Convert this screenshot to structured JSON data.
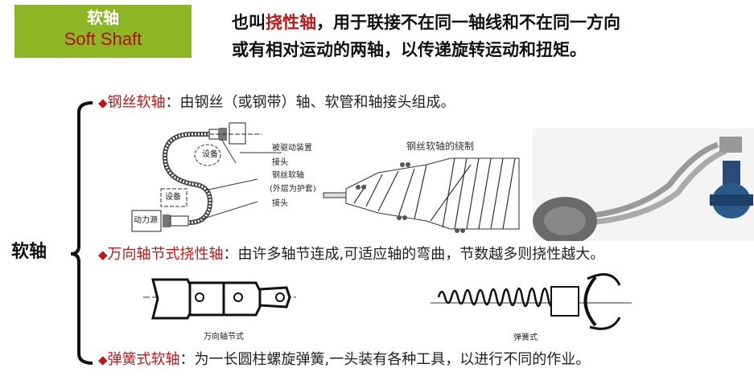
{
  "title": {
    "cn": "软轴",
    "en": "Soft Shaft"
  },
  "intro": {
    "prefix": "也叫",
    "highlight": "挠性轴",
    "rest_line1": "，用于联接不在同一轴线和不在同一方向",
    "line2": "或有相对运动的两轴，以传递旋转运动和扭矩。"
  },
  "side_label": "软轴",
  "items": [
    {
      "bullet": "◆",
      "term": "钢丝软轴",
      "desc": "：由钢丝（或钢带）轴、软管和轴接头组成。"
    },
    {
      "bullet": "◆",
      "term": "万向轴节式挠性轴",
      "desc": "：由许多轴节连成,可适应轴的弯曲，节数越多则挠性越大。"
    },
    {
      "bullet": "◆",
      "term": "弹簧式软轴",
      "desc": "：为一长圆柱螺旋弹簧,一头装有各种工具，以进行不同的作业。"
    }
  ],
  "diagram1": {
    "driven": "被驱动装置",
    "joint1": "接头",
    "equip1": "设备",
    "equip2": "设备",
    "shaft": "钢丝软轴",
    "shaft_note": "(外层为护套)",
    "joint2": "接头",
    "power": "动力源"
  },
  "diagram2": {
    "caption": "钢丝软轴的绕制"
  },
  "diagram3": {
    "caption": "万向轴节式"
  },
  "diagram4": {
    "caption": "弹簧式"
  },
  "colors": {
    "green": "#8cb623",
    "red": "#c01818"
  }
}
